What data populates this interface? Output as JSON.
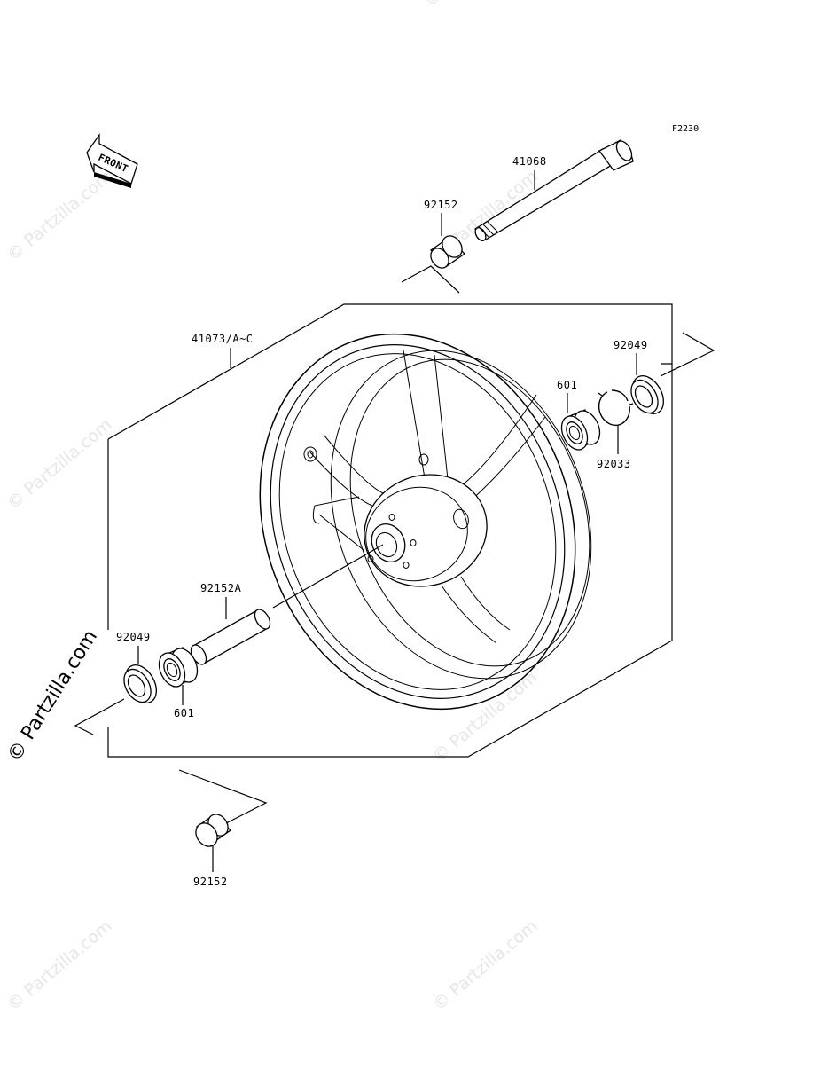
{
  "diagram": {
    "figure_code": "F2230",
    "front_arrow_label": "FRONT",
    "watermark_text": "© Partzilla.com",
    "watermark_main": "© Partzilla.com",
    "parts": {
      "axle": "41068",
      "collar_top": "92152",
      "wheel": "41073/A~C",
      "oil_seal_right": "92049",
      "bearing_right": "601",
      "circlip": "92033",
      "spacer": "92152A",
      "oil_seal_left": "92049",
      "bearing_left": "601",
      "collar_bottom": "92152"
    }
  }
}
